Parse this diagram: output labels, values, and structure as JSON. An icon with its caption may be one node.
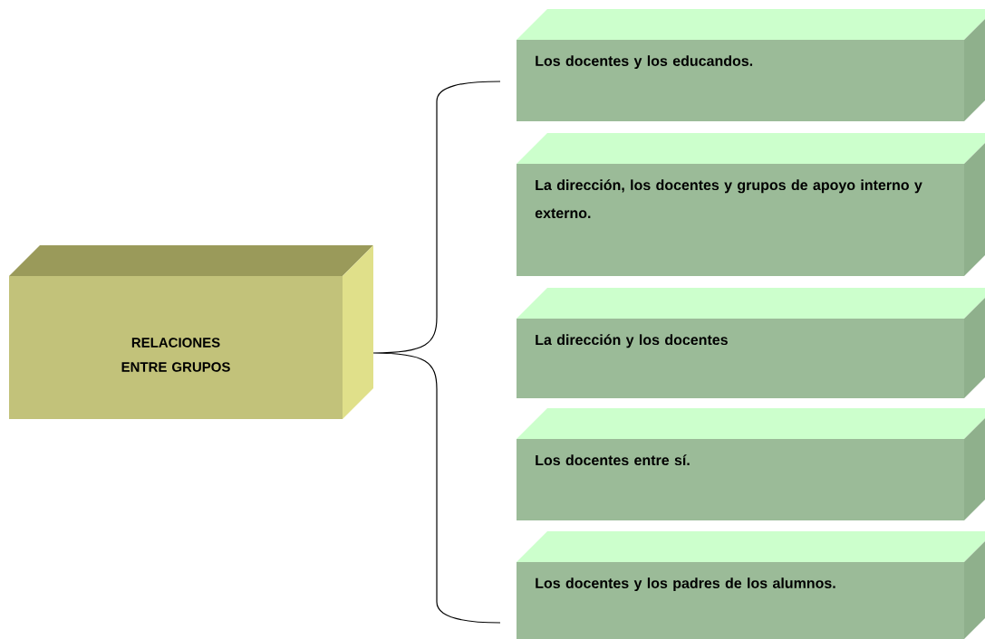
{
  "diagram": {
    "nodes": [
      {
        "text": [
          "RELACIONES ENTRE GRUPOS"
        ]
      },
      {
        "text": [
          "Los docentes y los educandos."
        ]
      },
      {
        "text": [
          "La dirección, los docentes y grupos de apoyo interno y externo."
        ]
      },
      {
        "text": [
          "La dirección y los docentes"
        ]
      },
      {
        "text": [
          "Los docentes entre sí."
        ]
      },
      {
        "text": [
          "Los docentes y los padres de los alumnos."
        ]
      }
    ]
  }
}
